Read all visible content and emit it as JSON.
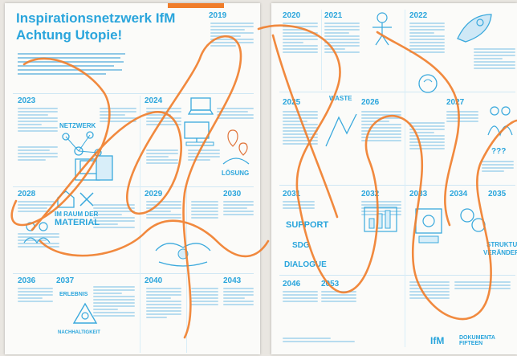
{
  "poster_left": {
    "title_line1": "Inspirationsnetzwerk IfM",
    "title_line2": "Achtung Utopie!",
    "years": [
      "2019",
      "2023",
      "2024",
      "2028",
      "2029",
      "2030",
      "2036",
      "2037",
      "2040",
      "2043"
    ],
    "sketch_labels": {
      "netzwerk": "NETZWERK",
      "material": "MATERIAL",
      "im_raum": "IM RAUM DER",
      "erlebnis": "ERLEBNIS",
      "nachhaltigkeit": "NACHHALTIGKEIT",
      "loesung": "LÖSUNG"
    }
  },
  "poster_right": {
    "years": [
      "2020",
      "2021",
      "2022",
      "2025",
      "2026",
      "2027",
      "2031",
      "2032",
      "2033",
      "2034",
      "2035",
      "2046",
      "2053"
    ],
    "sketch_labels": {
      "waste": "WASTE",
      "support": "SUPPORT",
      "sdg": "SDG",
      "dialogue": "DIALOGUE",
      "struktur": "STRUKTUR",
      "veraendern": "VERÄNDERN",
      "q": "???"
    },
    "logos": {
      "ifm": "IfM",
      "doc_line1": "DOKUMENTA",
      "doc_line2": "FIFTEEN"
    }
  },
  "colors": {
    "accent_blue": "#2aa5dc",
    "accent_orange": "#f07d2a"
  }
}
